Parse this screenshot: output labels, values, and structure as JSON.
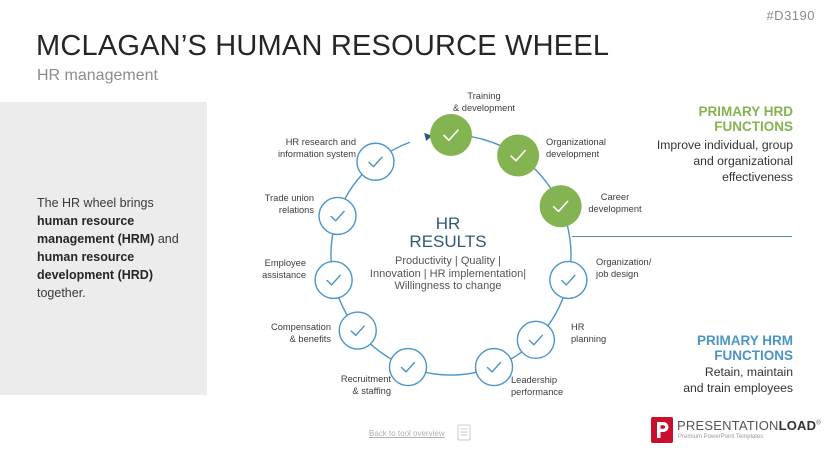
{
  "slide_id": "#D3190",
  "title": "MCLAGAN’S HUMAN RESOURCE WHEEL",
  "subtitle": "HR management",
  "intro": {
    "p1": "The HR wheel brings",
    "b1": "human resource management (HRM)",
    "p2": "and",
    "b2": "human resource development (HRD)",
    "p3": "together."
  },
  "center": {
    "title_line1": "HR",
    "title_line2": "RESULTS",
    "text_line1": "Productivity | Quality |",
    "text_line2": "Innovation | HR implementation|",
    "text_line3": "Willingness to change"
  },
  "hrd": {
    "title_line1": "PRIMARY HRD",
    "title_line2": "FUNCTIONS",
    "text_line1": "Improve individual, group",
    "text_line2": "and organizational",
    "text_line3": "effectiveness"
  },
  "hrm": {
    "title_line1": "PRIMARY HRM",
    "title_line2": "FUNCTIONS",
    "text_line1": "Retain, maintain",
    "text_line2": "and train employees"
  },
  "nodes": [
    {
      "line1": "Training",
      "line2": "& development",
      "group": "hrd"
    },
    {
      "line1": "Organizational",
      "line2": "development",
      "group": "hrd"
    },
    {
      "line1": "Career",
      "line2": "development",
      "group": "hrd"
    },
    {
      "line1": "Organization/",
      "line2": "job design",
      "group": "hrm"
    },
    {
      "line1": "HR",
      "line2": "planning",
      "group": "hrm"
    },
    {
      "line1": "Leadership",
      "line2": "performance",
      "group": "hrm"
    },
    {
      "line1": "Recruitment",
      "line2": "& staffing",
      "group": "hrm"
    },
    {
      "line1": "Compensation",
      "line2": "& benefits",
      "group": "hrm"
    },
    {
      "line1": "Employee",
      "line2": "assistance",
      "group": "hrm"
    },
    {
      "line1": "Trade union",
      "line2": "relations",
      "group": "hrm"
    },
    {
      "line1": "HR research and",
      "line2": "information system",
      "group": "hrm"
    }
  ],
  "colors": {
    "hrd_green": "#84b351",
    "hrm_blue": "#4a95c8",
    "center_title": "#2f5878",
    "side_panel": "#ececec"
  },
  "footer": {
    "back_link": "Back to tool overview",
    "logo_word_light": "PRESENTATION",
    "logo_word_bold": "LOAD",
    "logo_reg": "®",
    "logo_tag": "Premium PowerPoint Templates",
    "doc_icon": "document-icon"
  }
}
